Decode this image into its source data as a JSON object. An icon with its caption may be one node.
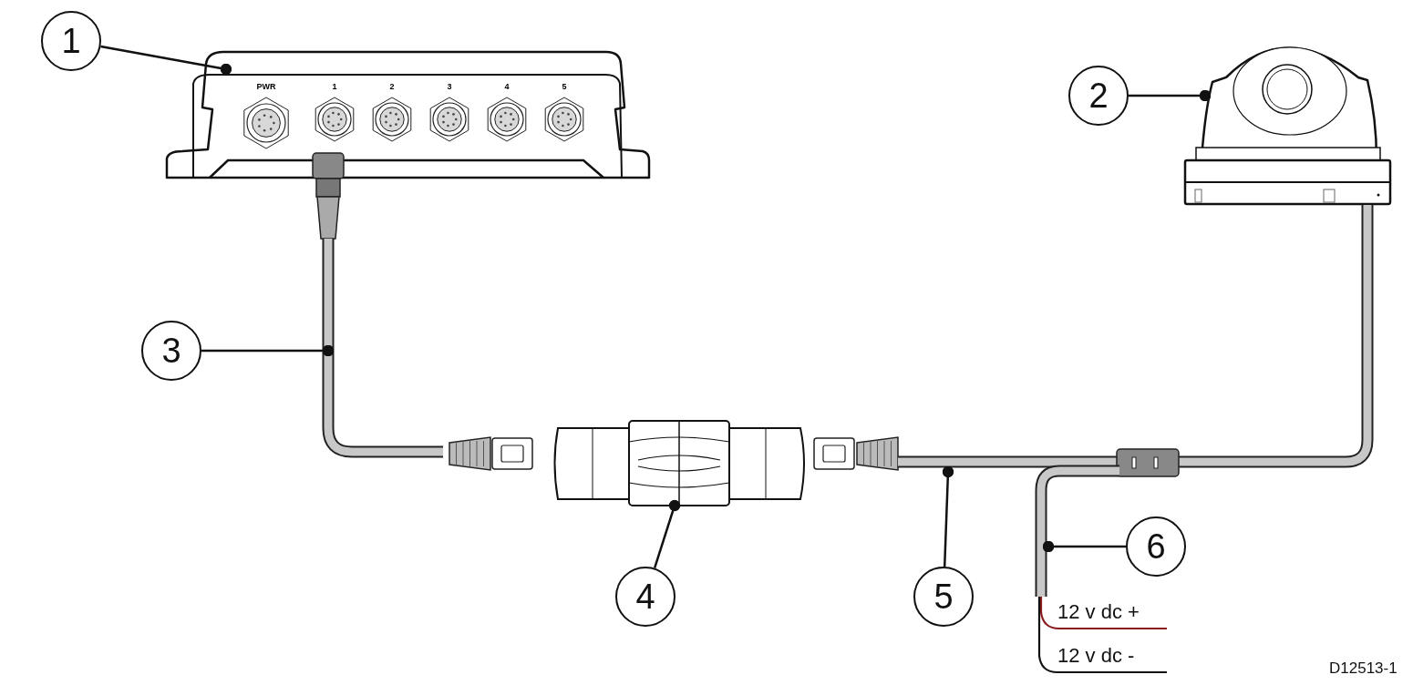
{
  "diagram": {
    "nodes": [
      {
        "text": [
          "1"
        ]
      },
      {
        "text": [
          "2"
        ]
      },
      {
        "text": [
          "3"
        ]
      },
      {
        "text": [
          "4"
        ]
      },
      {
        "text": [
          "5"
        ]
      },
      {
        "text": [
          "6"
        ]
      },
      {
        "text": [],
        "shape": "picture"
      },
      {
        "text": [],
        "shape": "picture"
      },
      {
        "text": [],
        "shape": "picture"
      },
      {
        "text": [],
        "shape": "picture"
      },
      {
        "text": [],
        "shape": "picture"
      },
      {
        "text": [],
        "shape": "picture"
      }
    ],
    "edges": [
      {
        "from": 0,
        "to": 6,
        "arrow": "other"
      },
      {
        "from": 1,
        "to": 7,
        "arrow": "other"
      },
      {
        "from": 2,
        "to": 8,
        "arrow": "other"
      },
      {
        "from": 3,
        "to": 9,
        "arrow": "other"
      },
      {
        "from": 4,
        "to": 10,
        "arrow": "other"
      },
      {
        "from": 5,
        "to": 11,
        "arrow": "other"
      }
    ],
    "labels": [
      "PWR",
      "1",
      "2",
      "3",
      "4",
      "5",
      "12 v dc +",
      "12 v dc -",
      "D12513-1"
    ]
  }
}
